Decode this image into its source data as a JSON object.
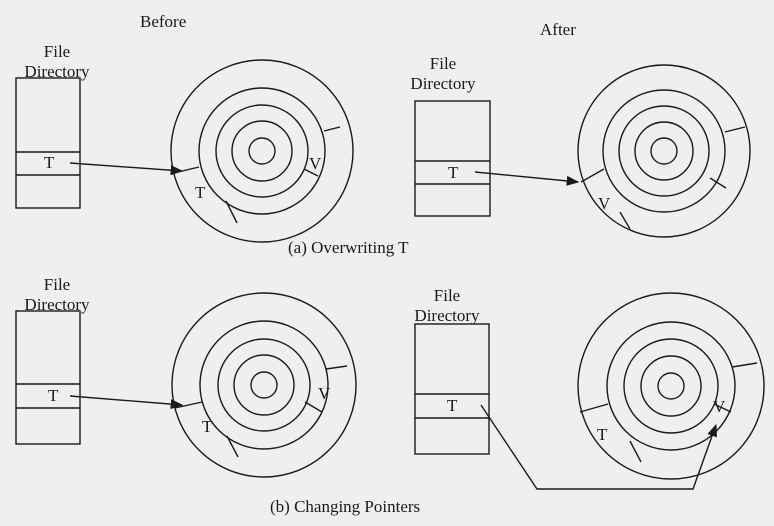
{
  "headings": {
    "before": "Before",
    "after": "After"
  },
  "captions": {
    "a": "(a)  Overwriting T",
    "b": "(b)  Changing Pointers"
  },
  "directory": {
    "line1": "File",
    "line2": "Directory",
    "entry": "T"
  },
  "disk": {
    "label_t": "T",
    "label_v": "V"
  },
  "colors": {
    "background": "#efefef",
    "ink": "#1a1a1a"
  }
}
